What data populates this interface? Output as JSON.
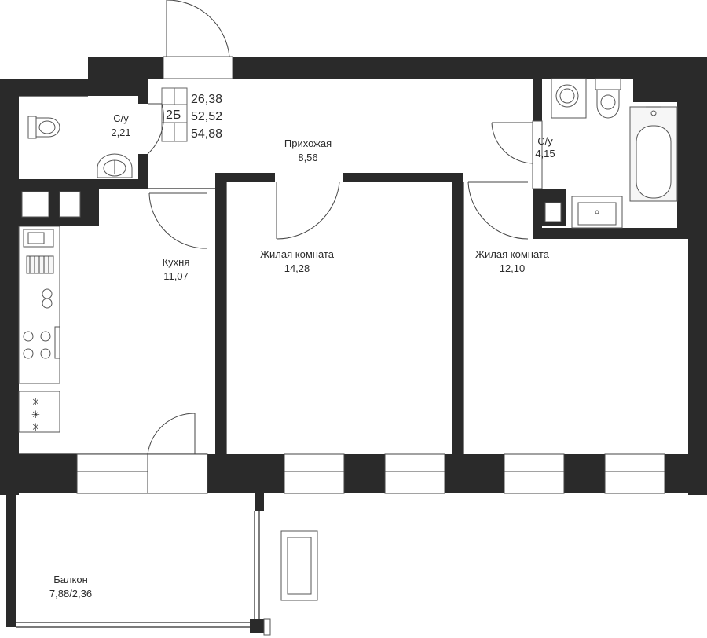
{
  "apartment": {
    "type_code": "2Б",
    "areas": [
      "26,38",
      "52,52",
      "54,88"
    ]
  },
  "rooms": [
    {
      "id": "bath-small",
      "name": "С/у",
      "area": "2,21"
    },
    {
      "id": "hallway",
      "name": "Прихожая",
      "area": "8,56"
    },
    {
      "id": "bath-large",
      "name": "С/у",
      "area": "4,15"
    },
    {
      "id": "kitchen",
      "name": "Кухня",
      "area": "11,07"
    },
    {
      "id": "living-room-1",
      "name": "Жилая комната",
      "area": "14,28"
    },
    {
      "id": "living-room-2",
      "name": "Жилая комната",
      "area": "12,10"
    },
    {
      "id": "balcony",
      "name": "Балкон",
      "area": "7,88/2,36"
    }
  ],
  "icons": [
    "toilet-icon",
    "sink-icon",
    "washing-machine-icon",
    "bathtub-icon",
    "kitchen-sink-icon",
    "stove-icon",
    "door-swing-icon"
  ],
  "colors": {
    "wall": "#2a2a2a",
    "background": "#ffffff"
  }
}
